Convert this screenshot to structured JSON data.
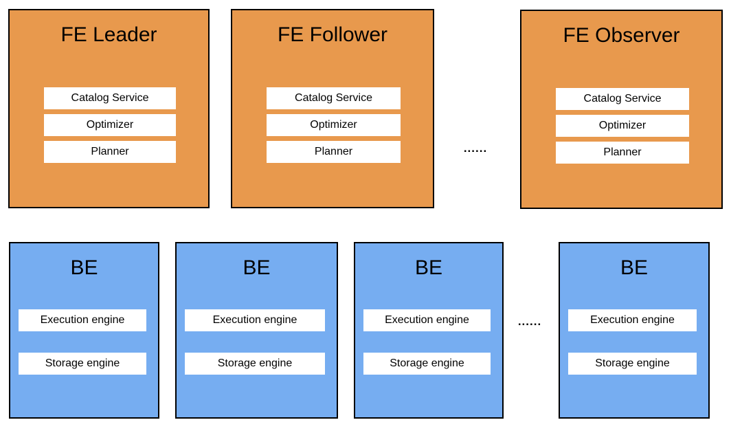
{
  "colors": {
    "fe_fill": "#E8994D",
    "be_fill": "#76ADF1",
    "node_border": "#000000",
    "component_fill": "#FFFFFF",
    "text": "#000000"
  },
  "fe_row": {
    "dots": "......",
    "nodes": [
      {
        "title": "FE Leader",
        "components": [
          "Catalog Service",
          "Optimizer",
          "Planner"
        ]
      },
      {
        "title": "FE Follower",
        "components": [
          "Catalog Service",
          "Optimizer",
          "Planner"
        ]
      },
      {
        "title": "FE Observer",
        "components": [
          "Catalog Service",
          "Optimizer",
          "Planner"
        ]
      }
    ]
  },
  "be_row": {
    "dots": "......",
    "nodes": [
      {
        "title": "BE",
        "components": [
          "Execution engine",
          "Storage engine"
        ]
      },
      {
        "title": "BE",
        "components": [
          "Execution engine",
          "Storage engine"
        ]
      },
      {
        "title": "BE",
        "components": [
          "Execution engine",
          "Storage engine"
        ]
      },
      {
        "title": "BE",
        "components": [
          "Execution engine",
          "Storage engine"
        ]
      }
    ]
  }
}
